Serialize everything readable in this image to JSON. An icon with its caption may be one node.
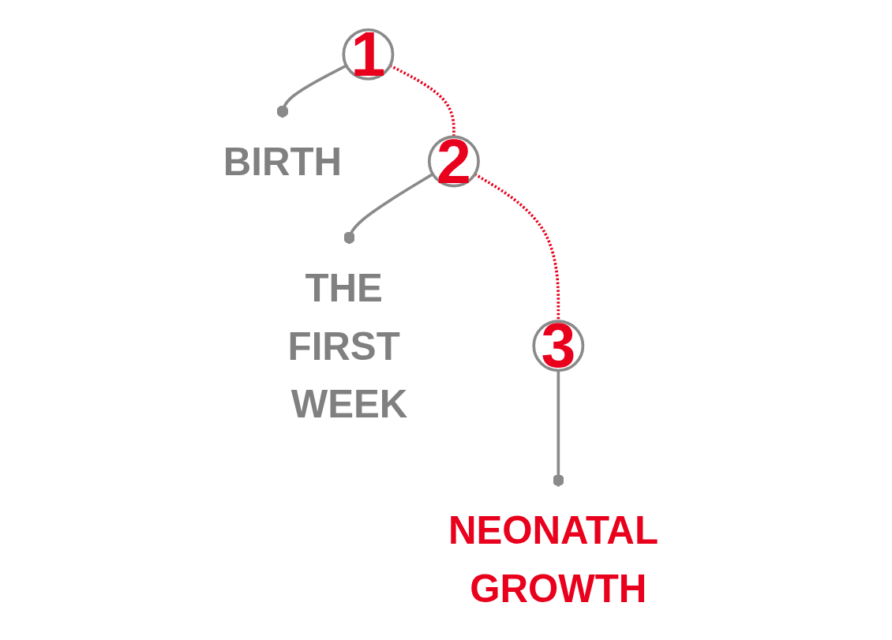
{
  "diagram": {
    "nodes": [
      {
        "text": [
          "1"
        ]
      },
      {
        "text": [
          "BIRTH"
        ]
      },
      {
        "text": [
          "2"
        ]
      },
      {
        "text": [
          "THE FIRST WEEK"
        ]
      },
      {
        "text": [
          "3"
        ]
      },
      {
        "text": [
          "NEONATAL GROWTH"
        ]
      }
    ],
    "edges": [
      {
        "from": 0,
        "to": 2,
        "arrow": "none",
        "style": "dashed",
        "color": "#e8001c"
      },
      {
        "from": 2,
        "to": 4,
        "arrow": "none",
        "style": "dashed",
        "color": "#e8001c"
      },
      {
        "from": 0,
        "to": 1,
        "arrow": "other"
      },
      {
        "from": 2,
        "to": 3,
        "arrow": "other"
      },
      {
        "from": 4,
        "to": 5,
        "arrow": "other"
      }
    ]
  }
}
